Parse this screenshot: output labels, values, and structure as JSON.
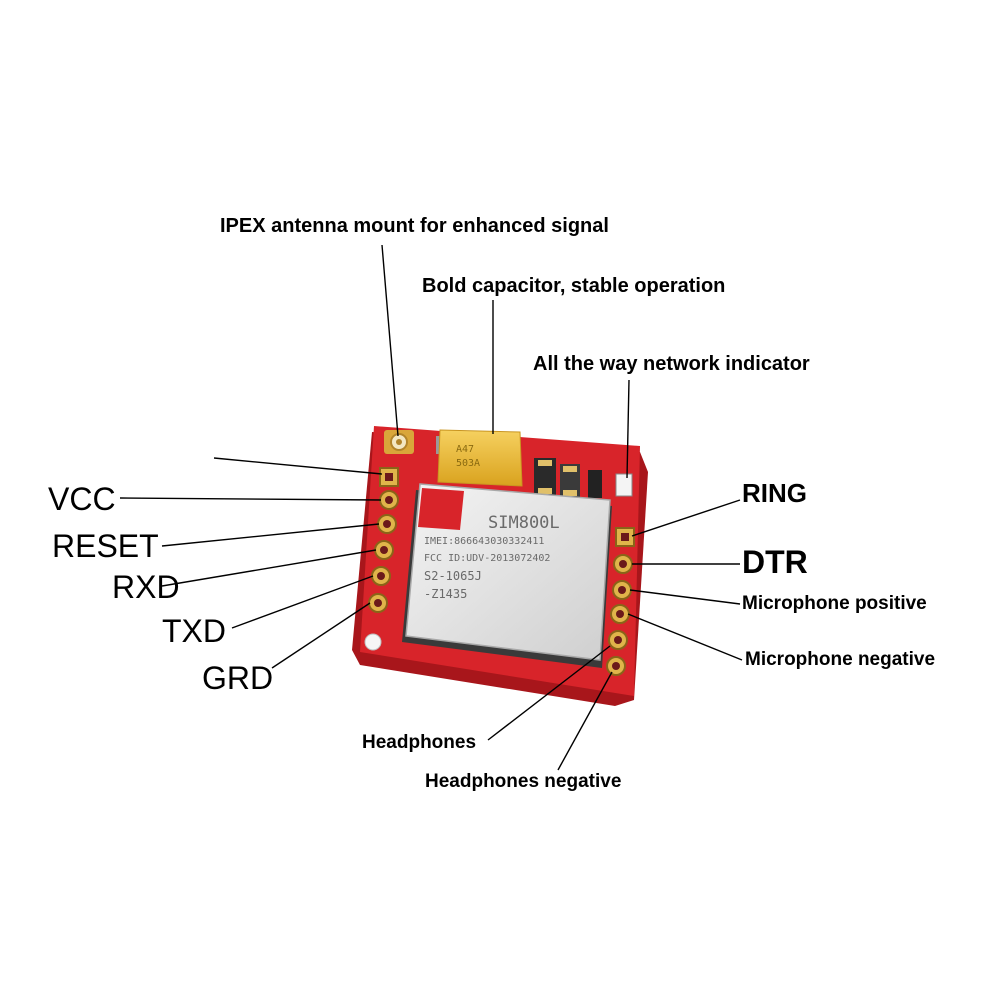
{
  "labels": {
    "ipex": "IPEX antenna mount for enhanced signal",
    "capacitor": "Bold capacitor, stable operation",
    "network": "All the way network indicator",
    "vcc": "VCC",
    "reset": "RESET",
    "rxd": "RXD",
    "txd": "TXD",
    "grd": "GRD",
    "ring": "RING",
    "dtr": "DTR",
    "mic_pos": "Microphone positive",
    "mic_neg": "Microphone negative",
    "headphones": "Headphones",
    "headphones_neg": "Headphones negative"
  },
  "chip": {
    "model": "SIM800L",
    "imei": "IMEI:866643030332411",
    "fcc": "FCC ID:UDV-2013072402",
    "code1": "S2-1065J",
    "code2": "-Z1435",
    "cap_mark1": "A47",
    "cap_mark2": "503A"
  },
  "colors": {
    "pcb": "#d8242a",
    "pcb_dark": "#a8161b",
    "shield": "#e6e6e6",
    "capacitor": "#f2c23a",
    "gold": "#d9a63a"
  }
}
